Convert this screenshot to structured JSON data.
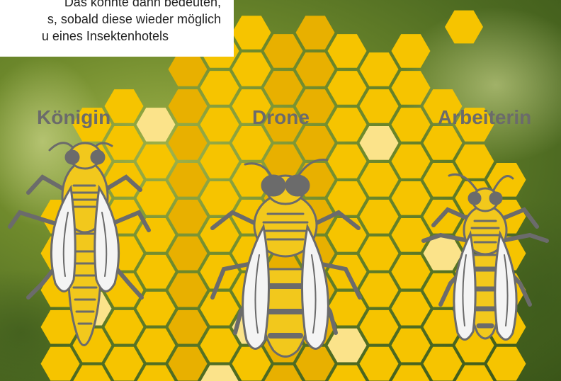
{
  "textbox": {
    "line1": "Das könnte dann bedeuten,",
    "line2": "s, sobald diese wieder möglich",
    "line3": "u eines Insektenhotels"
  },
  "labels": {
    "queen": "Königin",
    "drone": "Drone",
    "worker": "Arbeiterin"
  },
  "colors": {
    "honey": "#f6c400",
    "honey_dark": "#e8b000",
    "honey_pale": "#fbe38a",
    "bee_gray": "#6b6b6b",
    "bee_yellow": "#f2c81c",
    "wing": "#f4f4f4"
  }
}
